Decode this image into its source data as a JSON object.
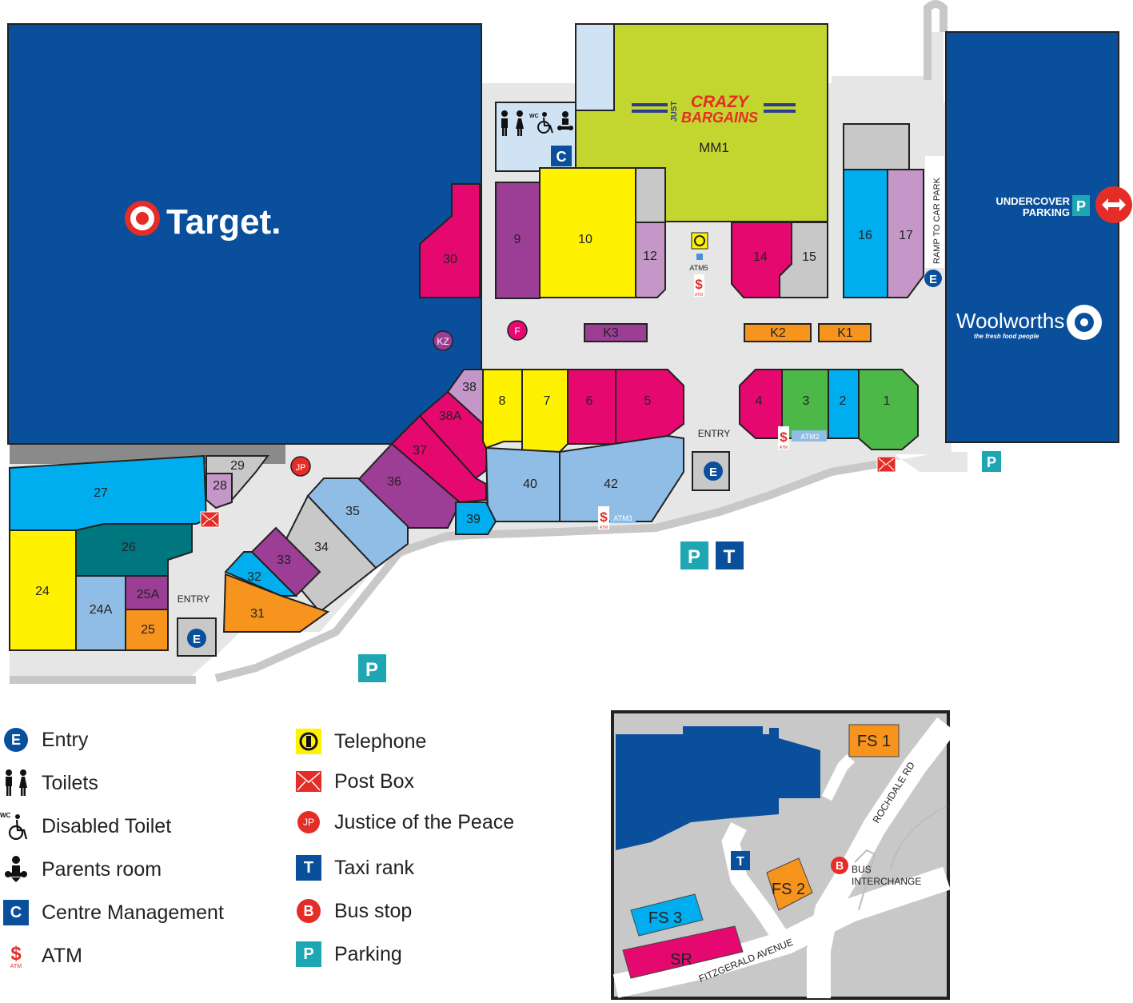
{
  "anchors": {
    "target": "Target.",
    "woolworths": "Woolworths",
    "woolworths_tagline": "the fresh food people",
    "crazy_top": "JUST",
    "crazy_line1": "CRAZY",
    "crazy_line2": "BARGAINS",
    "mm1": "MM1",
    "undercover_line1": "UNDERCOVER",
    "undercover_line2": "PARKING",
    "ramp": "RAMP TO CAR PARK"
  },
  "shops": {
    "s1": "1",
    "s2": "2",
    "s3": "3",
    "s4": "4",
    "s5": "5",
    "s6": "6",
    "s7": "7",
    "s8": "8",
    "s9": "9",
    "s10": "10",
    "s12": "12",
    "s14": "14",
    "s15": "15",
    "s16": "16",
    "s17": "17",
    "s24": "24",
    "s24a": "24A",
    "s25": "25",
    "s25a": "25A",
    "s26": "26",
    "s27": "27",
    "s28": "28",
    "s29": "29",
    "s30": "30",
    "s31": "31",
    "s32": "32",
    "s33": "33",
    "s34": "34",
    "s35": "35",
    "s36": "36",
    "s37": "37",
    "s38": "38",
    "s38a": "38A",
    "s39": "39",
    "s40": "40",
    "s42": "42",
    "k1": "K1",
    "k2": "K2",
    "k3": "K3"
  },
  "facilities": {
    "entry_letter": "E",
    "entry_label": "ENTRY",
    "centre_mgmt_letter": "C",
    "parking_letter": "P",
    "taxi_letter": "T",
    "bus_letter": "B",
    "jp": "JP",
    "kz": "KZ",
    "f": "F",
    "wc": "WC",
    "atm_symbol": "$",
    "atm_small": "ATM",
    "atm2": "ATM2",
    "atm3": "ATM3",
    "atm5": "ATM5"
  },
  "legend": {
    "entry": "Entry",
    "toilets": "Toilets",
    "disabled_toilet": "Disabled Toilet",
    "parents_room": "Parents room",
    "centre_management": "Centre Management",
    "atm": "ATM",
    "telephone": "Telephone",
    "post_box": "Post Box",
    "justice_of_the_peace": "Justice of the Peace",
    "taxi_rank": "Taxi rank",
    "bus_stop": "Bus stop",
    "parking": "Parking"
  },
  "inset": {
    "fs1": "FS 1",
    "fs2": "FS 2",
    "fs3": "FS 3",
    "sr": "SR",
    "rochdale": "ROCHDALE RD",
    "fitzgerald": "FITZGERALD AVENUE",
    "bus_line1": "BUS",
    "bus_line2": "INTERCHANGE"
  },
  "colors": {
    "navy": "#0a4f9c",
    "magenta": "#e4086f",
    "purple": "#9c3d96",
    "yellow": "#fff200",
    "cyan": "#00aeef",
    "lightblue": "#8fbde5",
    "lilac": "#c497c8",
    "green": "#4cb848",
    "orange": "#f7941d",
    "teal": "#00777f",
    "lime": "#c3d52f",
    "grey": "#c8c8c8",
    "parking": "#1ea7b3",
    "red": "#e52d27"
  }
}
